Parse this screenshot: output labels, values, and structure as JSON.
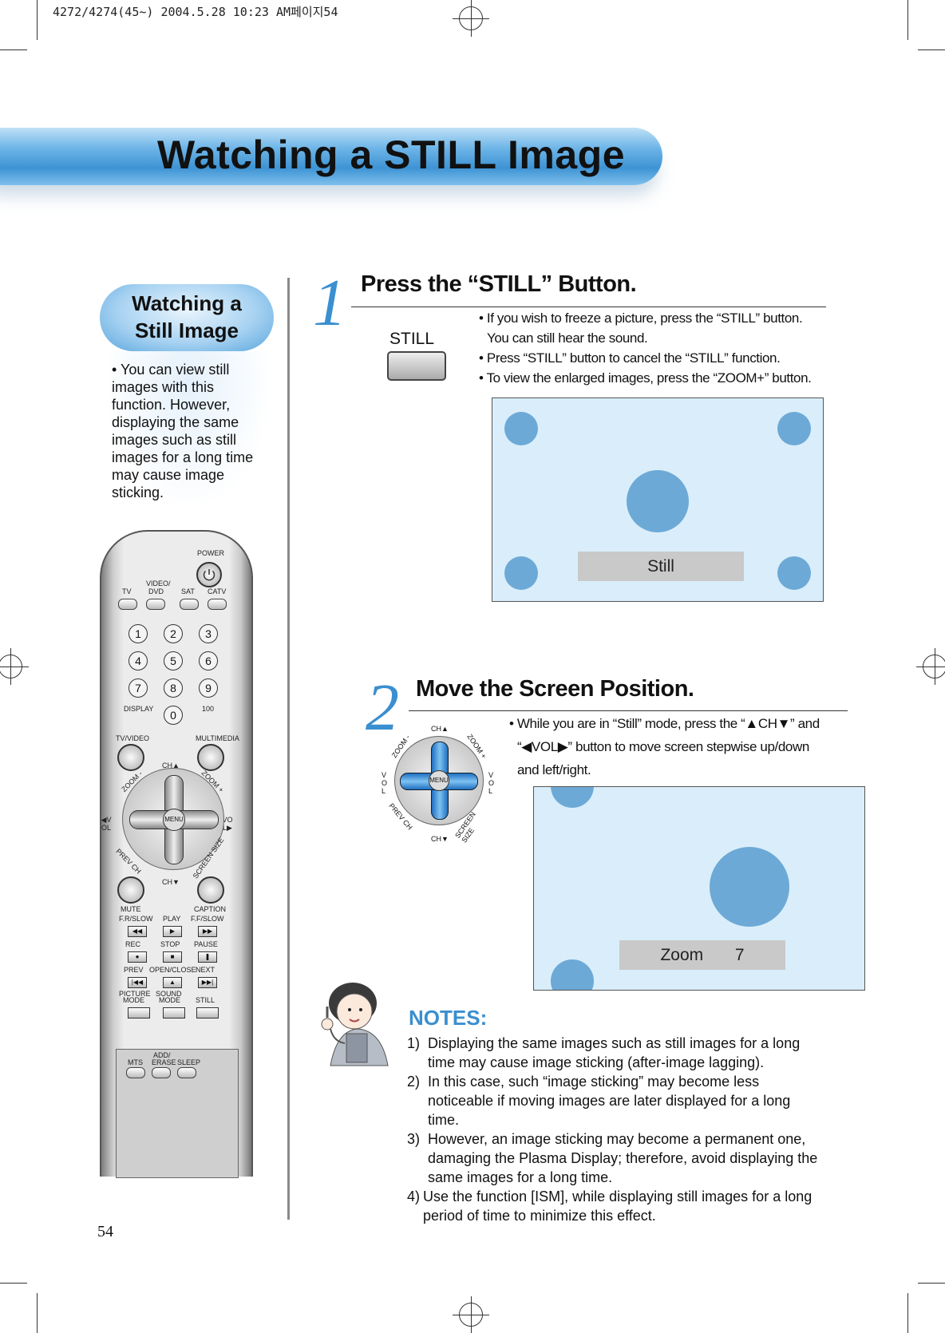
{
  "print_header": "4272/4274(45~)  2004.5.28 10:23 AM페이지54",
  "title": "Watching a STILL Image",
  "sidebar": {
    "pill_line1": "Watching a",
    "pill_line2": "Still Image",
    "intro": "• You can view still images with this function. However, displaying the same images such as still images for a long time may cause image sticking."
  },
  "remote": {
    "power": "POWER",
    "tv": "TV",
    "video_dvd_1": "VIDEO/",
    "video_dvd_2": "DVD",
    "sat": "SAT",
    "catv": "CATV",
    "digits": [
      "1",
      "2",
      "3",
      "4",
      "5",
      "6",
      "7",
      "8",
      "9",
      "0"
    ],
    "display": "DISPLAY",
    "hundred": "100",
    "tv_video": "TV/VIDEO",
    "multimedia": "MULTIMEDIA",
    "ch_up": "CH▲",
    "ch_down": "CH▼",
    "menu": "MENU",
    "zoom_minus": "ZOOM -",
    "zoom_plus": "ZOOM +",
    "vol_left": "◀VOL",
    "vol_right": "VOL▶",
    "prev_ch": "PREV CH",
    "screen_size": "SCREEN SIZE",
    "mute": "MUTE",
    "caption": "CAPTION",
    "fr_slow": "F.R/SLOW",
    "play": "PLAY",
    "ff_slow": "F.F/SLOW",
    "rec": "REC",
    "stop": "STOP",
    "pause": "PAUSE",
    "prev": "PREV",
    "open_close": "OPEN/CLOSE",
    "next": "NEXT",
    "picture_mode_1": "PICTURE",
    "picture_mode_2": "MODE",
    "sound_mode_1": "SOUND",
    "sound_mode_2": "MODE",
    "still": "STILL",
    "mts": "MTS",
    "add_erase_1": "ADD/",
    "add_erase_2": "ERASE",
    "sleep": "SLEEP"
  },
  "step1": {
    "number": "1",
    "title": "Press the “STILL” Button.",
    "button_label": "STILL",
    "bullets": [
      "• If you wish to freeze a picture, press the “STILL” button.",
      "You can still hear the sound.",
      "• Press “STILL” button to cancel the “STILL” function.",
      "• To view the enlarged images, press the “ZOOM+” button."
    ],
    "osd": "Still"
  },
  "step2": {
    "number": "2",
    "title": "Move the Screen Position.",
    "bullets": [
      "• While you are in “Still” mode, press the “▲CH▼” and",
      "“◀VOL▶” button to move screen stepwise up/down",
      "and left/right."
    ],
    "osd_label": "Zoom",
    "osd_value": "7",
    "pad": {
      "ch_up": "CH▲",
      "ch_down": "CH▼",
      "menu": "MENU",
      "zoom_minus": "ZOOM -",
      "zoom_plus": "ZOOM +",
      "prev_ch": "PREV CH",
      "screen_size": "SCREEN SIZE",
      "vol_left": "VOL",
      "vol_right": "VOL"
    }
  },
  "notes": {
    "title": "NOTES:",
    "items": [
      {
        "n": "1)",
        "text": "Displaying the same images such as still images for a long time may cause image sticking (after-image lagging)."
      },
      {
        "n": "2)",
        "text": "In this case, such “image sticking” may become less noticeable if moving images are later displayed for a long time."
      },
      {
        "n": "3)",
        "text": "However, an image sticking may become a permanent one, damaging the Plasma Display; therefore, avoid displaying the same images for a long time."
      },
      {
        "n": "4)",
        "text": "Use the function [ISM], while displaying still images for a long period of time to minimize this effect."
      }
    ]
  },
  "page_number": "54",
  "colors": {
    "accent": "#3a8fd0",
    "screen_bg": "#d9eefa",
    "dot": "#6da9d6",
    "osd_bar": "#c9c9c9"
  }
}
